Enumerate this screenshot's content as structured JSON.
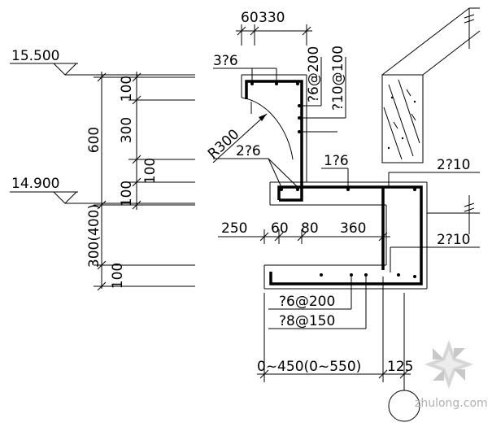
{
  "elevations": {
    "top": "15.500",
    "bottom": "14.900"
  },
  "left_dims": {
    "total": "600",
    "d100_top": "100",
    "d300": "300",
    "d100_mid": "100",
    "d100_low": "100",
    "d300_400": "300(400)",
    "d100_bottom": "100"
  },
  "top_dims": {
    "d60": "60",
    "d330": "330"
  },
  "mid_dims": {
    "d250": "250",
    "d60": "60",
    "d80": "80",
    "d360": "360"
  },
  "rebar": {
    "top_bars": "3?6",
    "stirrup_1": "?6@200",
    "stirrup_2": "?10@100",
    "corner_bars": "2?6",
    "slab_bar": "1?6",
    "top_right_bars": "2?10",
    "right_bars": "2?10",
    "dist_bars": "?6@200",
    "main_bars": "?8@150"
  },
  "radius": "R300",
  "bottom_dims": {
    "span": "0~450(0~550)",
    "d125": "125"
  },
  "watermark": "zhulong.com"
}
